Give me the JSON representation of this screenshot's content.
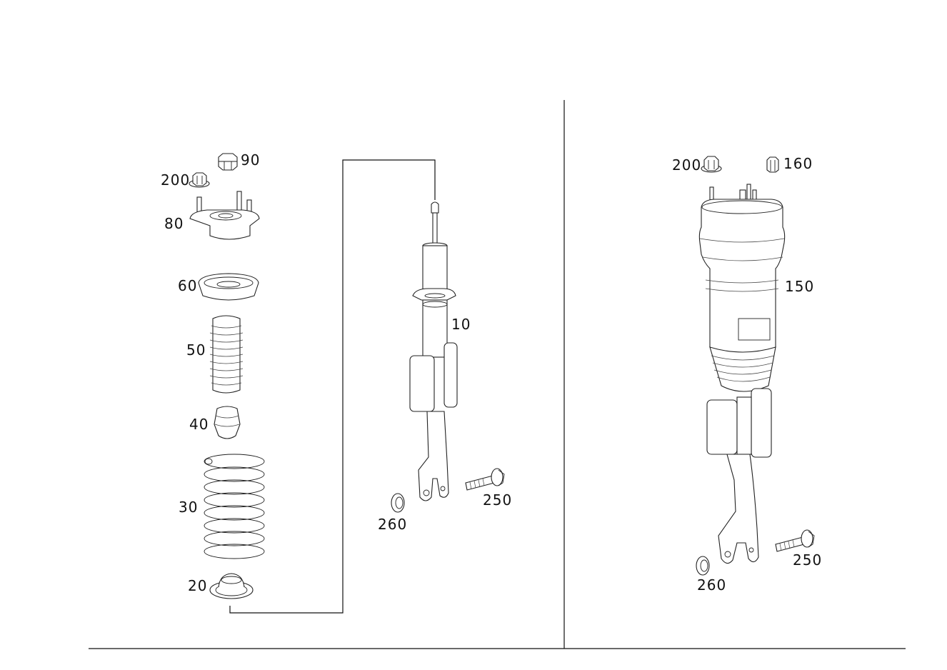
{
  "labels": {
    "p90": "90",
    "p200_left": "200",
    "p80": "80",
    "p60": "60",
    "p50": "50",
    "p40": "40",
    "p30": "30",
    "p20": "20",
    "p10": "10",
    "p260_left": "260",
    "p250_left": "250",
    "p200_right": "200",
    "p160": "160",
    "p150": "150",
    "p250_right": "250",
    "p260_right": "260"
  },
  "icons": [
    "nut-icon",
    "mount-icon",
    "spring-icon",
    "strut-icon",
    "air-spring-icon",
    "bolt-icon",
    "washer-icon"
  ]
}
